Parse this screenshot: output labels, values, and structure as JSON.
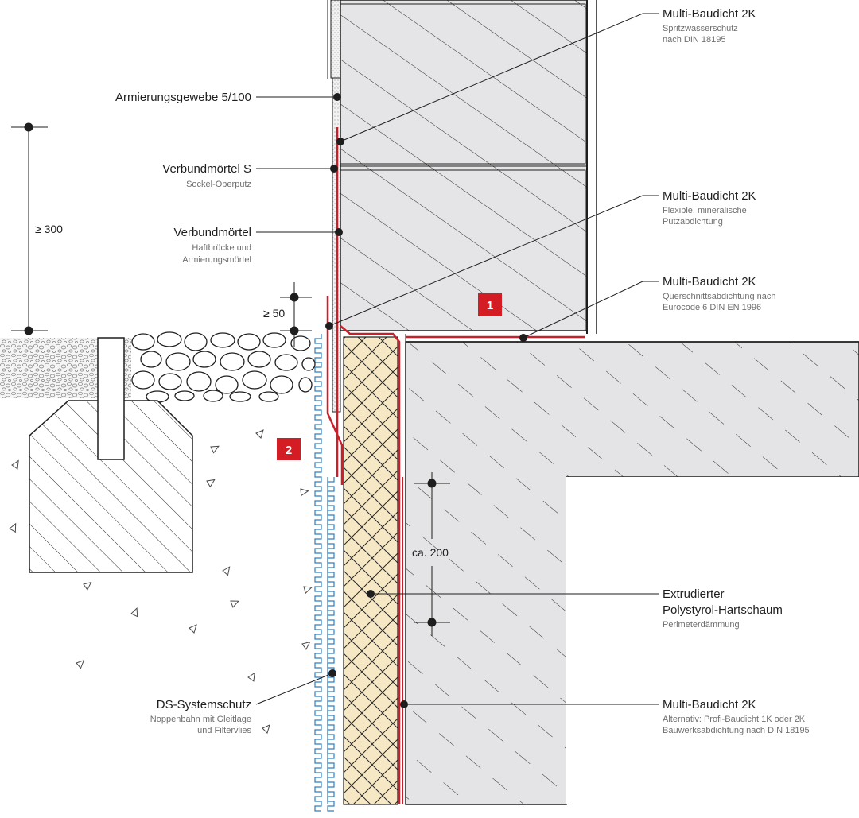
{
  "callouts": [
    {
      "id": "multi-baudicht-spritzwasser",
      "title": "Multi-Baudicht 2K",
      "sub": [
        "Spritzwasserschutz",
        "nach DIN 18195"
      ]
    },
    {
      "id": "armierungsgewebe",
      "title": "Armierungsgewebe 5/100",
      "sub": []
    },
    {
      "id": "verbundmoertel-s",
      "title": "Verbundmörtel S",
      "sub": [
        "Sockel-Oberputz"
      ]
    },
    {
      "id": "multi-baudicht-putz",
      "title": "Multi-Baudicht 2K",
      "sub": [
        "Flexible, mineralische",
        "Putzabdichtung"
      ]
    },
    {
      "id": "verbundmoertel",
      "title": "Verbundmörtel",
      "sub": [
        "Haftbrücke und",
        "Armierungsmörtel"
      ]
    },
    {
      "id": "multi-baudicht-querschnitt",
      "title": "Multi-Baudicht 2K",
      "sub": [
        "Querschnittsabdichtung nach",
        "Eurocode 6 DIN EN 1996"
      ]
    },
    {
      "id": "xps",
      "title": "Extrudierter",
      "title2": "Polystyrol-Hartschaum",
      "sub": [
        "Perimeterdämmung"
      ]
    },
    {
      "id": "ds-systemschutz",
      "title": "DS-Systemschutz",
      "sub": [
        "Noppenbahn mit Gleitlage",
        "und Filtervlies"
      ]
    },
    {
      "id": "multi-baudicht-bauwerk",
      "title": "Multi-Baudicht 2K",
      "sub": [
        "Alternativ: Profi-Baudicht 1K oder 2K",
        "Bauwerksabdichtung nach DIN 18195"
      ]
    }
  ],
  "dimensions": {
    "d300": "≥ 300",
    "d50": "≥ 50",
    "d200": "ca. 200"
  },
  "badges": {
    "b1": "1",
    "b2": "2"
  },
  "colors": {
    "membrane": "#c8202b",
    "badge": "#d41c24",
    "insulation": "#f6e7c5",
    "concrete": "#e4e4e6",
    "drain": "#2f7fc0",
    "line": "#1e1e1e"
  }
}
